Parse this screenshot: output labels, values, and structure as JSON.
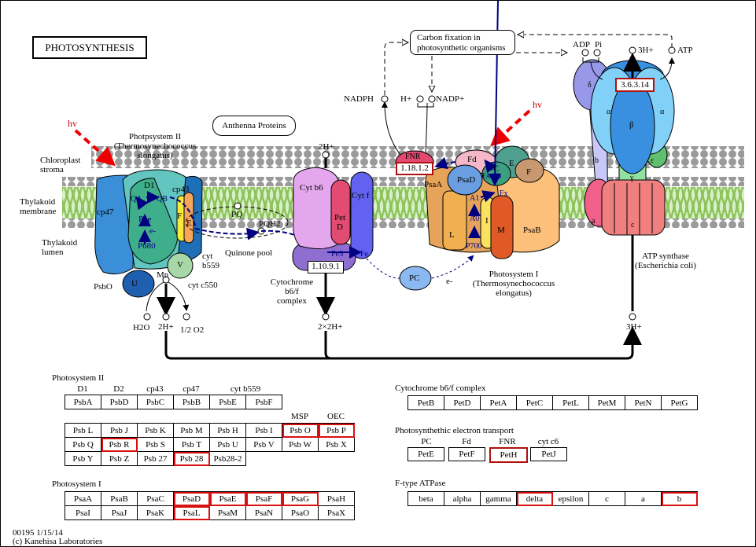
{
  "title": "PHOTOSYNTHESIS",
  "compartments": {
    "stroma": "Chloroplast\nstroma",
    "membrane": "Thylakoid\nmembrane",
    "lumen": "Thylakoid\nlumen"
  },
  "light": "hv",
  "nodes": {
    "carbon_fixation": "Carbon fixation in\nphotosynthetic organisms",
    "antenna": "Anthenna Proteins"
  },
  "photosystem2": {
    "label": "Photpsystem II\n(Thermosynechococcus\nslongatus)",
    "subunits": [
      "D1",
      "cp43",
      "cp47",
      "F",
      "E",
      "V",
      "U",
      "PsbO"
    ],
    "carriers": [
      "QA",
      "QB",
      "Phe",
      "e-",
      "P680"
    ],
    "cyt_b559": "cyt\nb559",
    "cyt_c550": "cyt c550",
    "mn": "Mn",
    "products": [
      "H2O",
      "2H+",
      "1/2 O2"
    ]
  },
  "quinone_pool": {
    "label": "Quinone pool",
    "pq": "PQ",
    "pqh2": "PQH2"
  },
  "cytb6f": {
    "label": "Cytochrome\nb6/f\ncomplex",
    "subunits": [
      "Cyt b6",
      "Pet\nD",
      "Cyt f"
    ],
    "carriers": [
      "FeS",
      "Fe"
    ],
    "ec": "1.10.9.1",
    "h_in": "2H+",
    "h_out": "2×2H+"
  },
  "pc": {
    "label": "PC",
    "electron": "e-"
  },
  "photosystem1": {
    "label": "Photosystem I\n(Thermosynechococcus\nelongatus)",
    "subunits": [
      "PsaA",
      "PsaD",
      "Fd",
      "C",
      "E",
      "F",
      "L",
      "I",
      "M",
      "PsaB"
    ],
    "carriers": [
      "FA/FB",
      "Fx",
      "A1",
      "A0",
      "P700"
    ]
  },
  "fnr": {
    "label": "FNR",
    "ec": "1.18.1.2"
  },
  "metabolites": {
    "nadph": "NADPH",
    "hplus": "H+",
    "nadp": "NADP+",
    "adp": "ADP",
    "pi": "Pi",
    "h3": "3H+",
    "atp": "ATP",
    "h3_bottom": "3H+"
  },
  "atp_synthase": {
    "label": "ATP synthase\n(Escherichia coli)",
    "ec": "3.6.3.14",
    "subunits": [
      "δ",
      "α",
      "β",
      "α",
      "b",
      "ε",
      "γ",
      "a",
      "c"
    ]
  },
  "tables": {
    "ps2": {
      "title": "Photosystem II",
      "headers1": [
        "D1",
        "D2",
        "cp43",
        "cp47",
        "cyt b559"
      ],
      "row1": [
        {
          "v": "PsbA"
        },
        {
          "v": "PsbD"
        },
        {
          "v": "PsbC"
        },
        {
          "v": "PsbB"
        },
        {
          "v": "PsbE"
        },
        {
          "v": "PsbF"
        }
      ],
      "headers2": [
        "MSP",
        "OEC"
      ],
      "rows": [
        [
          {
            "v": "Psb L"
          },
          {
            "v": "Psb J"
          },
          {
            "v": "Psb K"
          },
          {
            "v": "Psb M"
          },
          {
            "v": "Psb H"
          },
          {
            "v": "Psb I"
          },
          {
            "v": "Psb O",
            "hl": true
          },
          {
            "v": "Psb P",
            "hl": true
          }
        ],
        [
          {
            "v": "Psb Q"
          },
          {
            "v": "Psb R",
            "hl": true
          },
          {
            "v": "Psb S"
          },
          {
            "v": "Psb T"
          },
          {
            "v": "Psb U"
          },
          {
            "v": "Psb V"
          },
          {
            "v": "Psb W"
          },
          {
            "v": "Psb X"
          }
        ],
        [
          {
            "v": "Psb Y"
          },
          {
            "v": "Psb Z"
          },
          {
            "v": "Psb 27"
          },
          {
            "v": "Psb 28",
            "hl": true
          },
          {
            "v": "Psb28-2"
          }
        ]
      ]
    },
    "ps1": {
      "title": "Photosystem I",
      "rows": [
        [
          {
            "v": "PsaA"
          },
          {
            "v": "PsaB"
          },
          {
            "v": "PsaC"
          },
          {
            "v": "PsaD",
            "hl": true
          },
          {
            "v": "PsaE",
            "hl": true
          },
          {
            "v": "PsaF",
            "hl": true
          },
          {
            "v": "PsaG",
            "hl": true
          },
          {
            "v": "PsaH"
          }
        ],
        [
          {
            "v": "PsaI"
          },
          {
            "v": "PsaJ"
          },
          {
            "v": "PsaK"
          },
          {
            "v": "PsaL",
            "hl": true
          },
          {
            "v": "PsaM"
          },
          {
            "v": "PsaN"
          },
          {
            "v": "PsaO"
          },
          {
            "v": "PsaX"
          }
        ]
      ]
    },
    "cytb6f": {
      "title": "Cytochrome b6/f complex",
      "rows": [
        [
          {
            "v": "PetB"
          },
          {
            "v": "PetD"
          },
          {
            "v": "PetA"
          },
          {
            "v": "PetC"
          },
          {
            "v": "PetL"
          },
          {
            "v": "PetM"
          },
          {
            "v": "PetN"
          },
          {
            "v": "PetG"
          }
        ]
      ]
    },
    "pet": {
      "title": "Photosynthethic electron transport",
      "headers": [
        "PC",
        "Fd",
        "FNR",
        "cyt c6"
      ],
      "cells": [
        {
          "v": "PetE"
        },
        {
          "v": "PetF"
        },
        {
          "v": "PetH",
          "hl": true
        },
        {
          "v": "PetJ"
        }
      ]
    },
    "atpase": {
      "title": "F-type ATPase",
      "rows": [
        [
          {
            "v": "beta"
          },
          {
            "v": "alpha"
          },
          {
            "v": "gamma"
          },
          {
            "v": "delta",
            "hl": true
          },
          {
            "v": "epsilon"
          },
          {
            "v": "c"
          },
          {
            "v": "a"
          },
          {
            "v": "b",
            "hl": true
          }
        ]
      ]
    }
  },
  "footer": {
    "id": "00195 1/15/14",
    "copyright": "(c) Kanehisa Laboratories"
  }
}
